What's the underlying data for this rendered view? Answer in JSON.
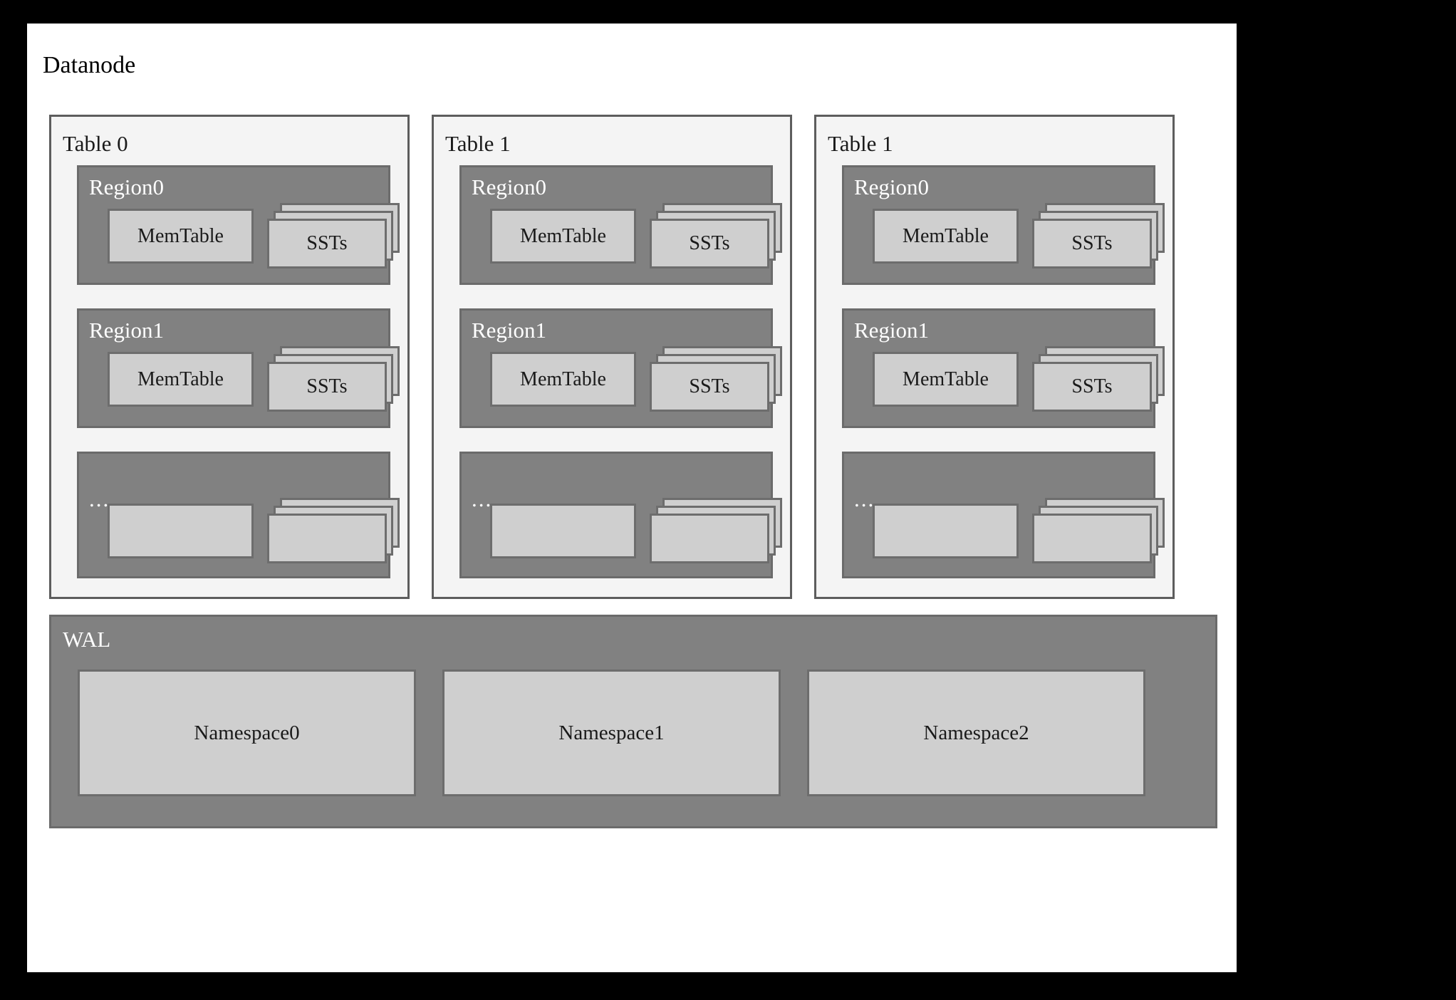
{
  "diagram": {
    "title": "Datanode",
    "frame_color": "#000000",
    "canvas_color": "#ffffff",
    "table_panel_fill": "#f4f4f4",
    "table_panel_border": "#5d5d5d",
    "region_fill": "#818181",
    "region_border": "#6b6b6b",
    "box_fill": "#cfcfcf",
    "box_border": "#6d6d6d",
    "label_dark": "#1a1a1a",
    "label_light": "#ffffff"
  },
  "tables": [
    {
      "label": "Table 0",
      "regions": [
        {
          "label": "Region0",
          "memtable": "MemTable",
          "sst": "SSTs"
        },
        {
          "label": "Region1",
          "memtable": "MemTable",
          "sst": "SSTs"
        },
        {
          "label": "...",
          "memtable": "",
          "sst": ""
        }
      ]
    },
    {
      "label": "Table 1",
      "regions": [
        {
          "label": "Region0",
          "memtable": "MemTable",
          "sst": "SSTs"
        },
        {
          "label": "Region1",
          "memtable": "MemTable",
          "sst": "SSTs"
        },
        {
          "label": "...",
          "memtable": "",
          "sst": ""
        }
      ]
    },
    {
      "label": "Table 1",
      "regions": [
        {
          "label": "Region0",
          "memtable": "MemTable",
          "sst": "SSTs"
        },
        {
          "label": "Region1",
          "memtable": "MemTable",
          "sst": "SSTs"
        },
        {
          "label": "...",
          "memtable": "",
          "sst": ""
        }
      ]
    }
  ],
  "wal": {
    "label": "WAL",
    "namespaces": [
      "Namespace0",
      "Namespace1",
      "Namespace2"
    ]
  }
}
